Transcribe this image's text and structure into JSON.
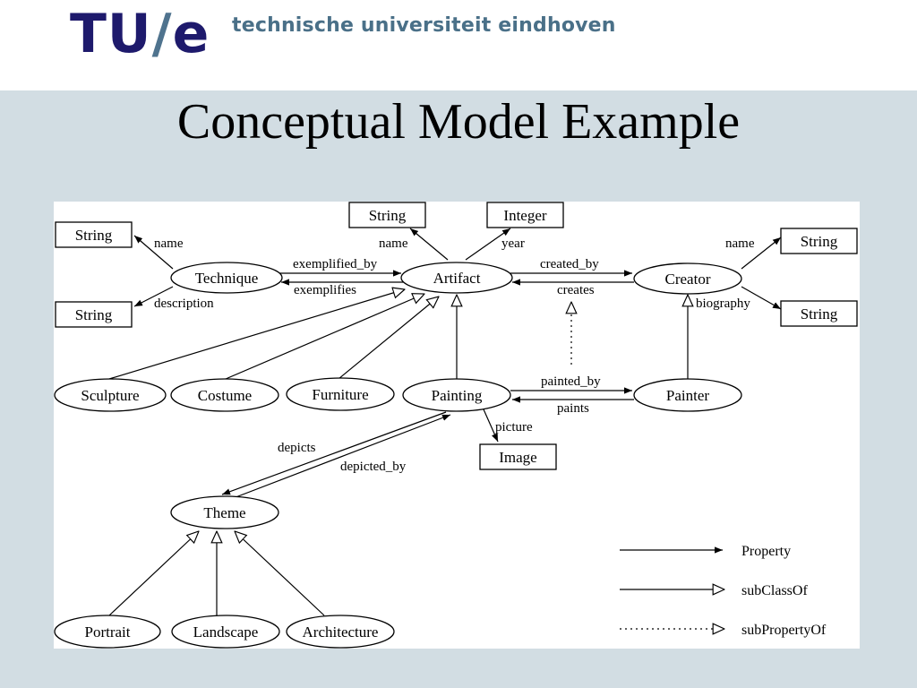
{
  "header": {
    "logo": {
      "tu": "TU",
      "slash": "/",
      "e": "e"
    },
    "university": "technische universiteit eindhoven"
  },
  "slide": {
    "title": "Conceptual Model Example"
  },
  "diagram": {
    "classes": {
      "technique": "Technique",
      "artifact": "Artifact",
      "creator": "Creator",
      "sculpture": "Sculpture",
      "costume": "Costume",
      "furniture": "Furniture",
      "painting": "Painting",
      "painter": "Painter",
      "theme": "Theme",
      "portrait": "Portrait",
      "landscape": "Landscape",
      "architecture": "Architecture"
    },
    "literals": {
      "technique_name_type": "String",
      "technique_description_type": "String",
      "artifact_name_type": "String",
      "artifact_year_type": "Integer",
      "creator_name_type": "String",
      "creator_biography_type": "String",
      "painting_picture_type": "Image"
    },
    "properties": {
      "technique_name": "name",
      "technique_description": "description",
      "exemplified_by": "exemplified_by",
      "exemplifies": "exemplifies",
      "artifact_name": "name",
      "artifact_year": "year",
      "created_by": "created_by",
      "creates": "creates",
      "creator_name": "name",
      "creator_biography": "biography",
      "painted_by": "painted_by",
      "paints": "paints",
      "picture": "picture",
      "depicts": "depicts",
      "depicted_by": "depicted_by"
    },
    "legend": {
      "property": "Property",
      "subclass_of": "subClassOf",
      "subproperty_of": "subPropertyOf"
    }
  }
}
